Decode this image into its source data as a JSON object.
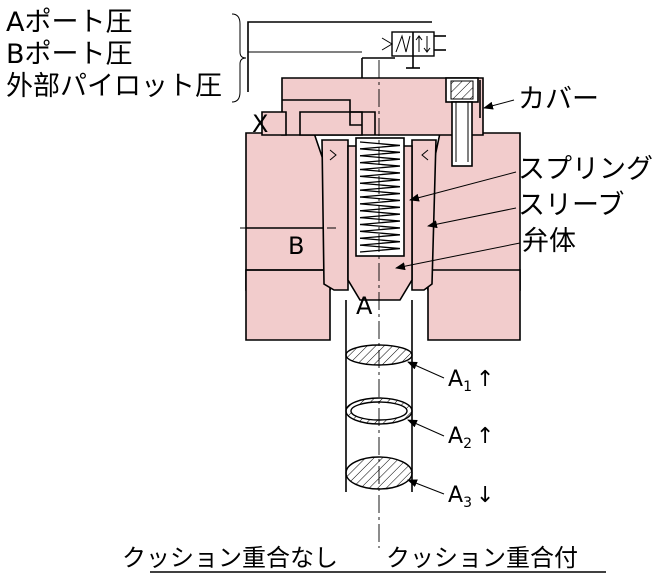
{
  "pressure_labels": {
    "a_port": "Aポート圧",
    "b_port": "Bポート圧",
    "external_pilot": "外部パイロット圧"
  },
  "port_labels": {
    "x": "X",
    "b": "B",
    "a": "A"
  },
  "part_labels": {
    "cover": "カバー",
    "spring": "スプリング",
    "sleeve": "スリーブ",
    "poppet": "弁体"
  },
  "areas": [
    {
      "name": "A",
      "sub": "1",
      "direction": "↑"
    },
    {
      "name": "A",
      "sub": "2",
      "direction": "↑"
    },
    {
      "name": "A",
      "sub": "3",
      "direction": "↓"
    }
  ],
  "bottom_labels": {
    "without_overlap": "クッション重合なし",
    "with_overlap": "クッション重合付"
  },
  "colors": {
    "body_fill": "#f2cccc",
    "line": "#000000"
  }
}
